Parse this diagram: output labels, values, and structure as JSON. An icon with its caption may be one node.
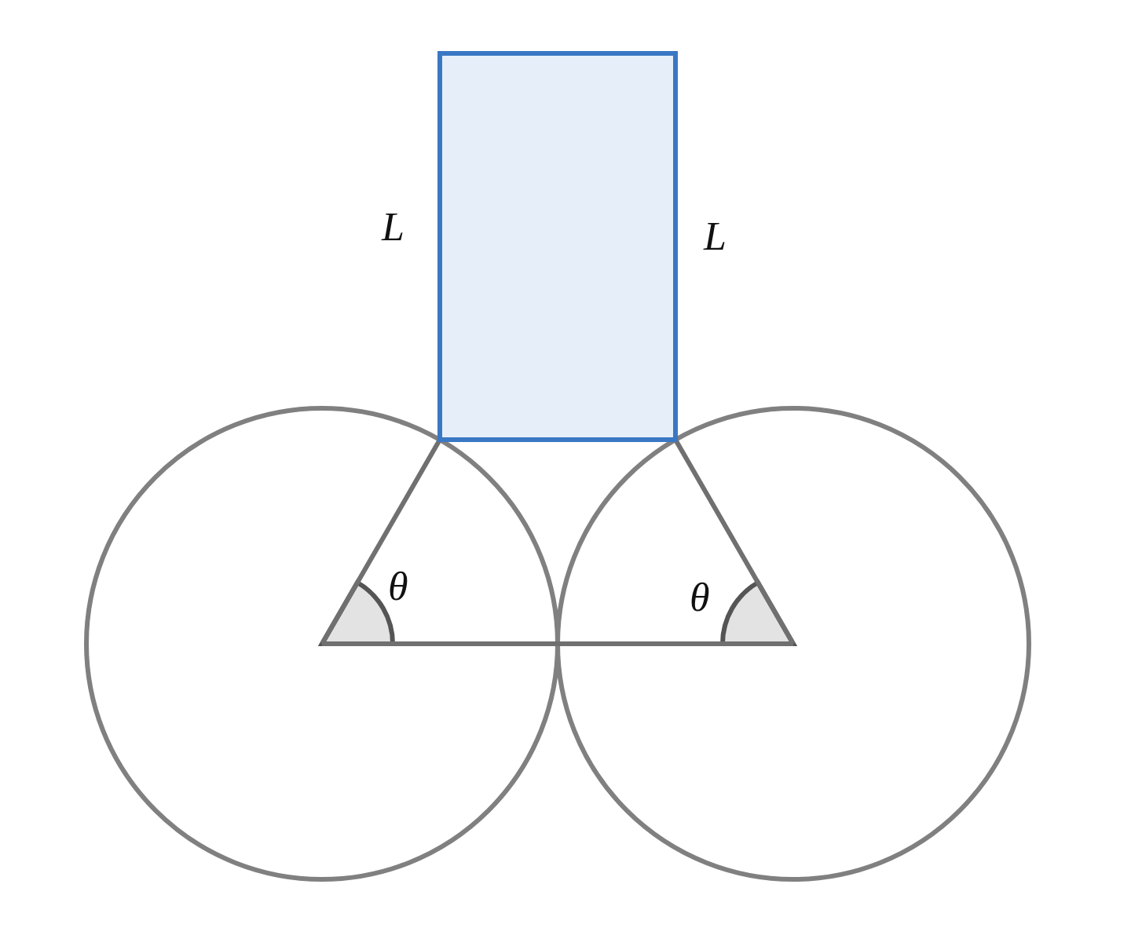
{
  "diagram": {
    "labels": [
      "L",
      "L",
      "θ",
      "θ"
    ]
  }
}
